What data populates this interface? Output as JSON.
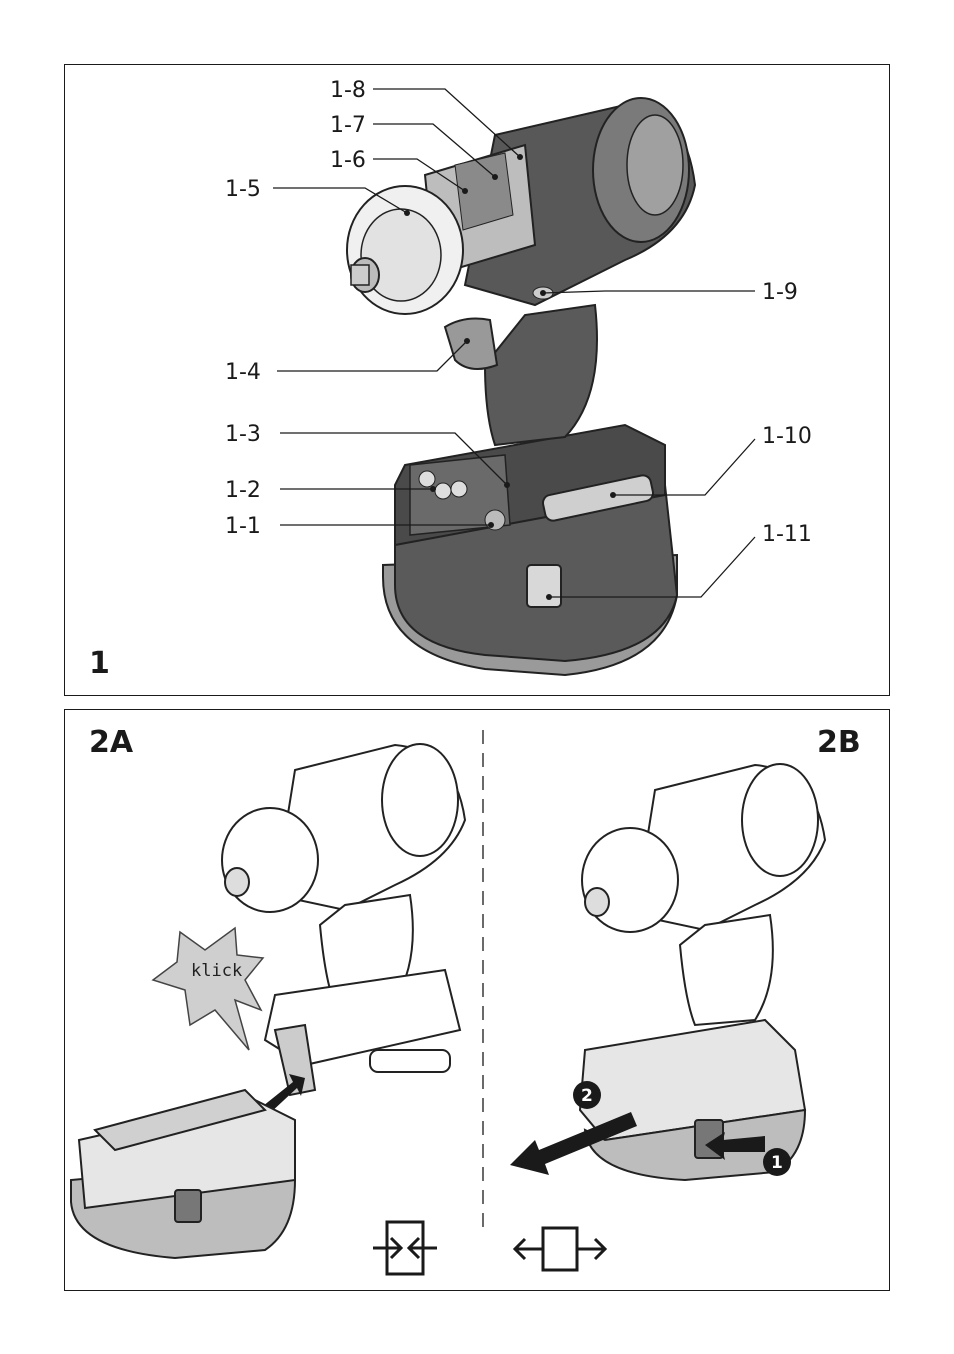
{
  "figure1": {
    "number": "1",
    "callouts": [
      "1-1",
      "1-2",
      "1-3",
      "1-4",
      "1-5",
      "1-6",
      "1-7",
      "1-8",
      "1-9",
      "1-10",
      "1-11"
    ]
  },
  "figure2": {
    "left_label": "2A",
    "right_label": "2B",
    "klick_text": "klick",
    "step1": "1",
    "step2": "2"
  },
  "icons": [
    "battery-insert-icon",
    "battery-remove-icon"
  ]
}
